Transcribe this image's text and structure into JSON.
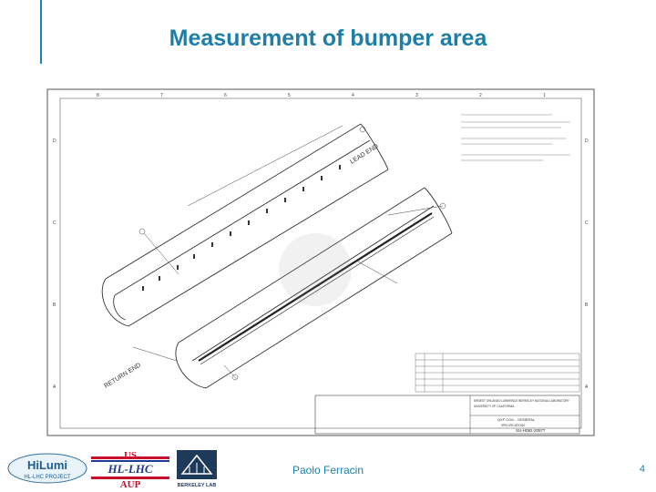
{
  "slide": {
    "title": "Measurement of bumper area",
    "author": "Paolo Ferracin",
    "page_number": "4"
  },
  "drawing": {
    "column_markers": [
      "8",
      "7",
      "6",
      "5",
      "4",
      "3",
      "2",
      "1"
    ],
    "row_markers": [
      "D",
      "C",
      "B",
      "A"
    ],
    "label_lead_end": "LEAD END",
    "label_return_end": "RETURN END",
    "title_block": {
      "lab": "ERNEST ORLANDO LAWRENCE BERKELEY NATIONAL LABORATORY",
      "univ": "UNIVERSITY OF CALIFORNIA",
      "title": "QXF COIL - GENERAL",
      "subtitle": "SPECIFICATIONS",
      "drawing_number": "SU-H092-20577"
    }
  },
  "logos": {
    "hilumi_main": "HiLumi",
    "hilumi_sub": "HL-LHC PROJECT",
    "us_text": "US",
    "hllhc_text": "HL-LHC",
    "aup_text": "AUP",
    "berkeley_text": "BERKELEY LAB"
  },
  "colors": {
    "title": "#1f7ea6",
    "accent": "#1b85b8"
  }
}
